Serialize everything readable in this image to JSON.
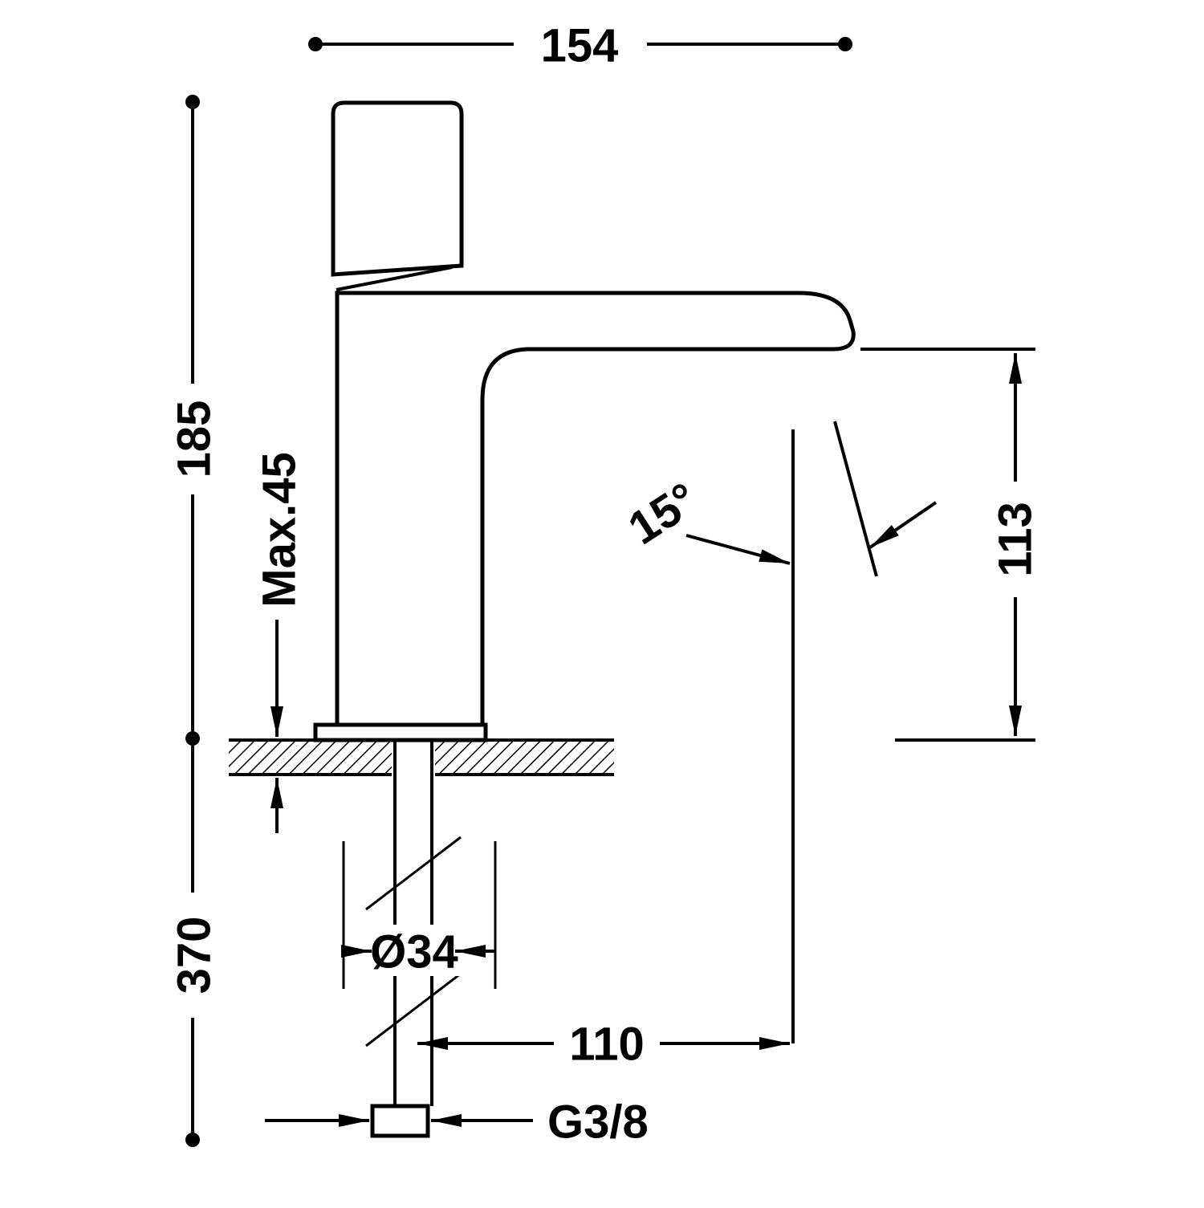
{
  "drawing": {
    "background": "#ffffff",
    "line_color": "#000000",
    "labels": {
      "overall_width": "154",
      "overall_height": "185",
      "max_mounting_thickness": "Max.45",
      "spout_angle": "15°",
      "spout_outlet_height": "113",
      "below_deck_length": "370",
      "body_diameter": "Ø34",
      "spout_reach": "110",
      "supply_thread": "G3/8"
    }
  }
}
